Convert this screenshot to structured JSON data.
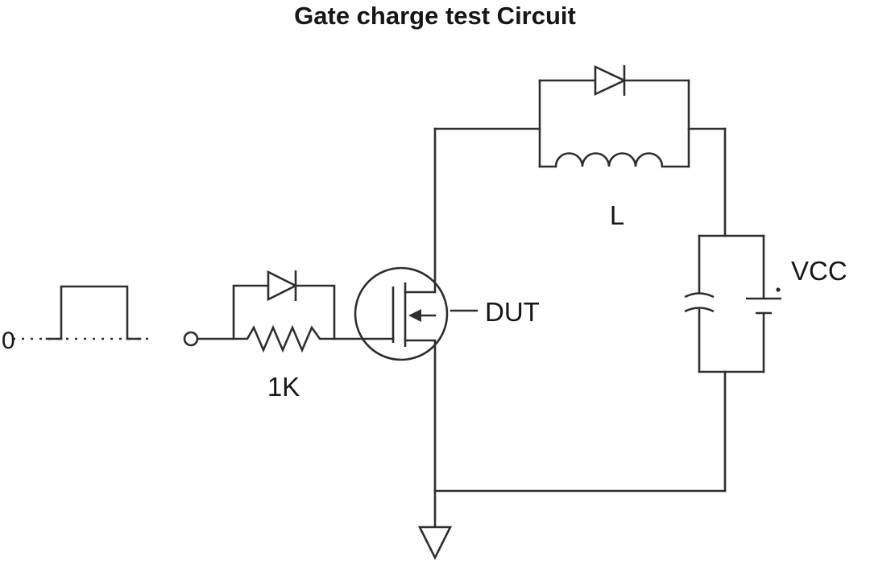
{
  "diagram": {
    "title": "Gate charge test Circuit",
    "labels": {
      "zero": "0",
      "resistor_value": "1K",
      "device": "DUT",
      "inductor": "L",
      "supply": "VCC"
    },
    "colors": {
      "line": "#2e2e2e",
      "text": "#161616",
      "background": "#ffffff"
    },
    "components": [
      "pulse-source",
      "input-terminal",
      "gate-diode",
      "gate-resistor-1K",
      "mosfet-dut",
      "freewheeling-diode",
      "inductor-L",
      "filter-capacitor",
      "vcc-battery",
      "ground"
    ]
  }
}
